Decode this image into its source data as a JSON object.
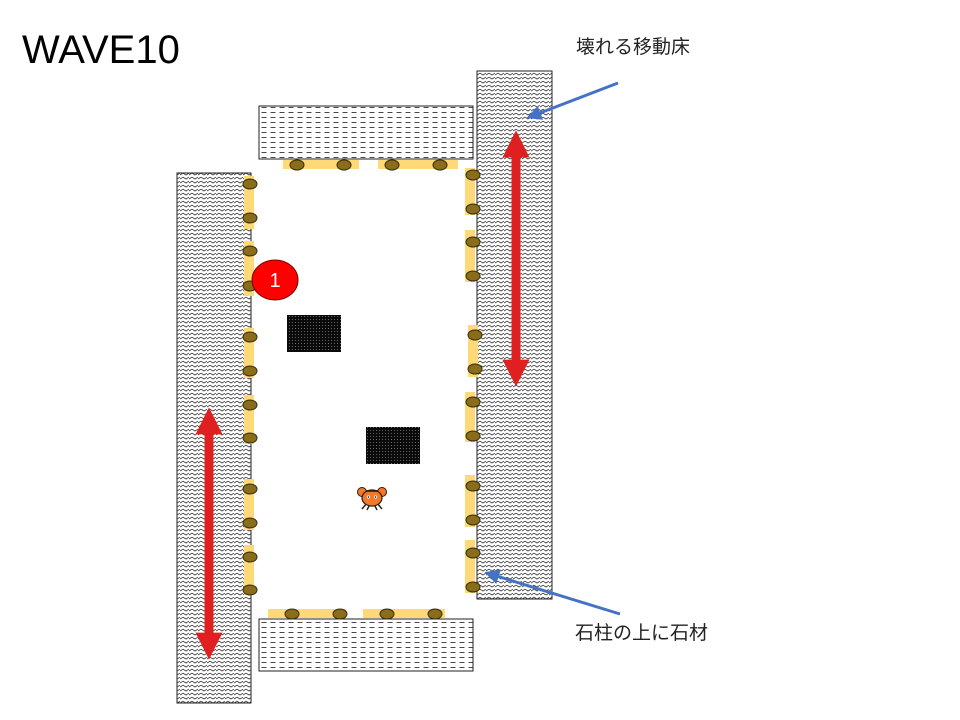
{
  "title": "WAVE10",
  "labels": {
    "breaking_floor": "壊れる移動床",
    "stone_on_pillar": "石柱の上に石材"
  },
  "spawn_marker": {
    "number": "1"
  },
  "colors": {
    "arrow_red": "#e02020",
    "callout_blue": "#4472c4",
    "pillar_yellow": "#ffd878",
    "stud_brown": "#8a6d1a",
    "marker_red": "#ff0000",
    "crab_orange": "#f07a2a"
  }
}
